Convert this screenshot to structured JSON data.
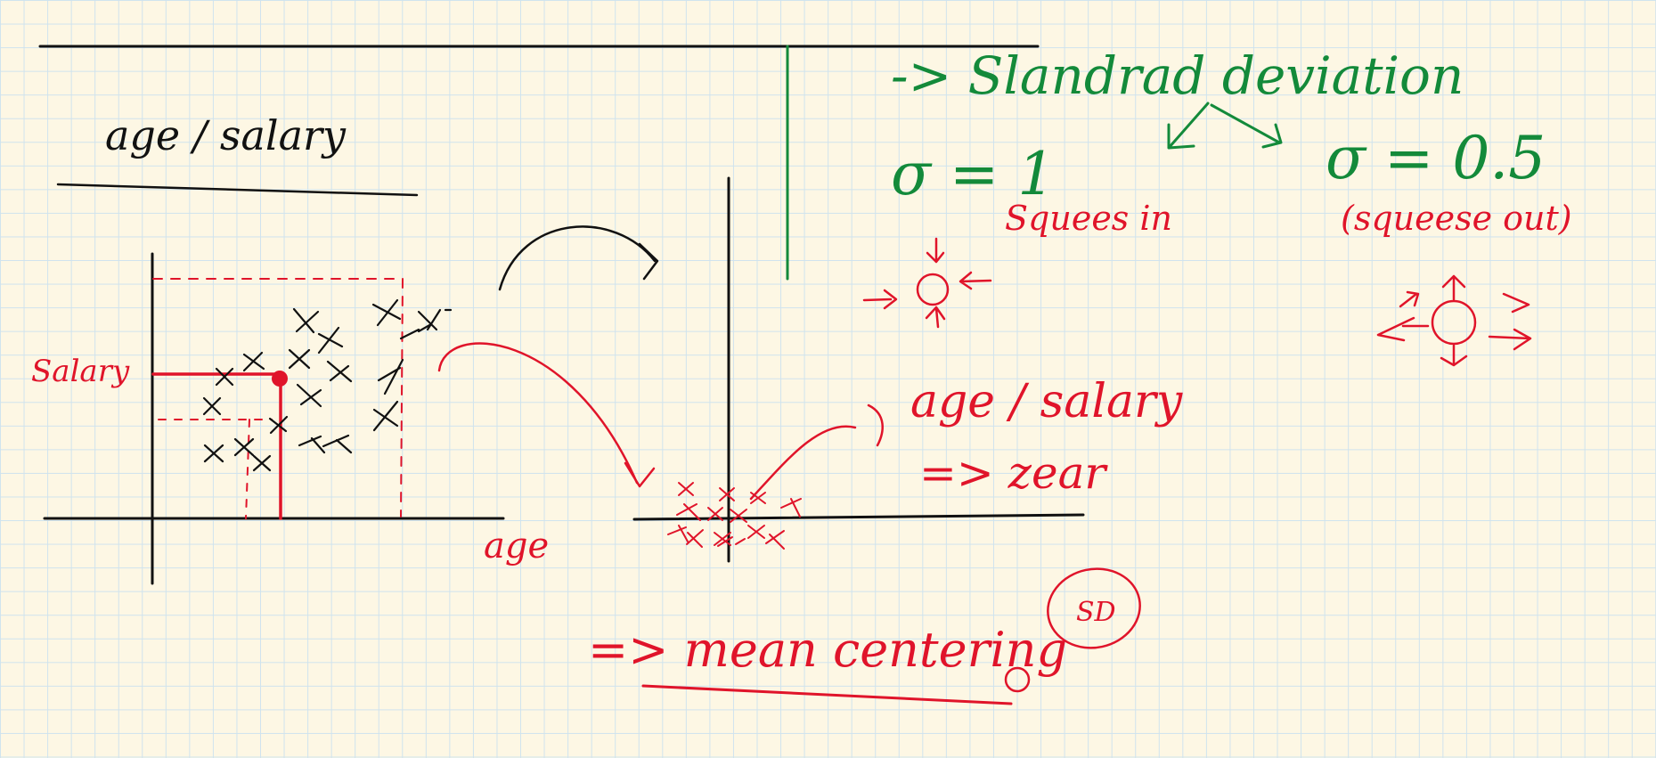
{
  "notes": {
    "heading_label": "age / salary",
    "axis_y_label": "Salary",
    "axis_x_label": "age",
    "arrow_label": "age / salary",
    "zero_label": "=> zear",
    "mean_centering_label": "=> mean centering",
    "sd_label": "SD",
    "std_dev_title": "-> Slandrad deviation",
    "sigma_left": "σ = 1",
    "sigma_right": "σ = 0.5",
    "squeeze_in": "Squees in",
    "squeeze_out": "(squeese out)"
  },
  "colors": {
    "ink_black": "#111111",
    "ink_red": "#e0142a",
    "ink_green": "#138a3a",
    "paper": "#fdf7e4",
    "grid": "#cfe3ee"
  },
  "icons": [
    "curved-arrow-icon",
    "cross-mark-icon",
    "circle-arrows-in-icon",
    "circle-arrows-out-icon"
  ]
}
